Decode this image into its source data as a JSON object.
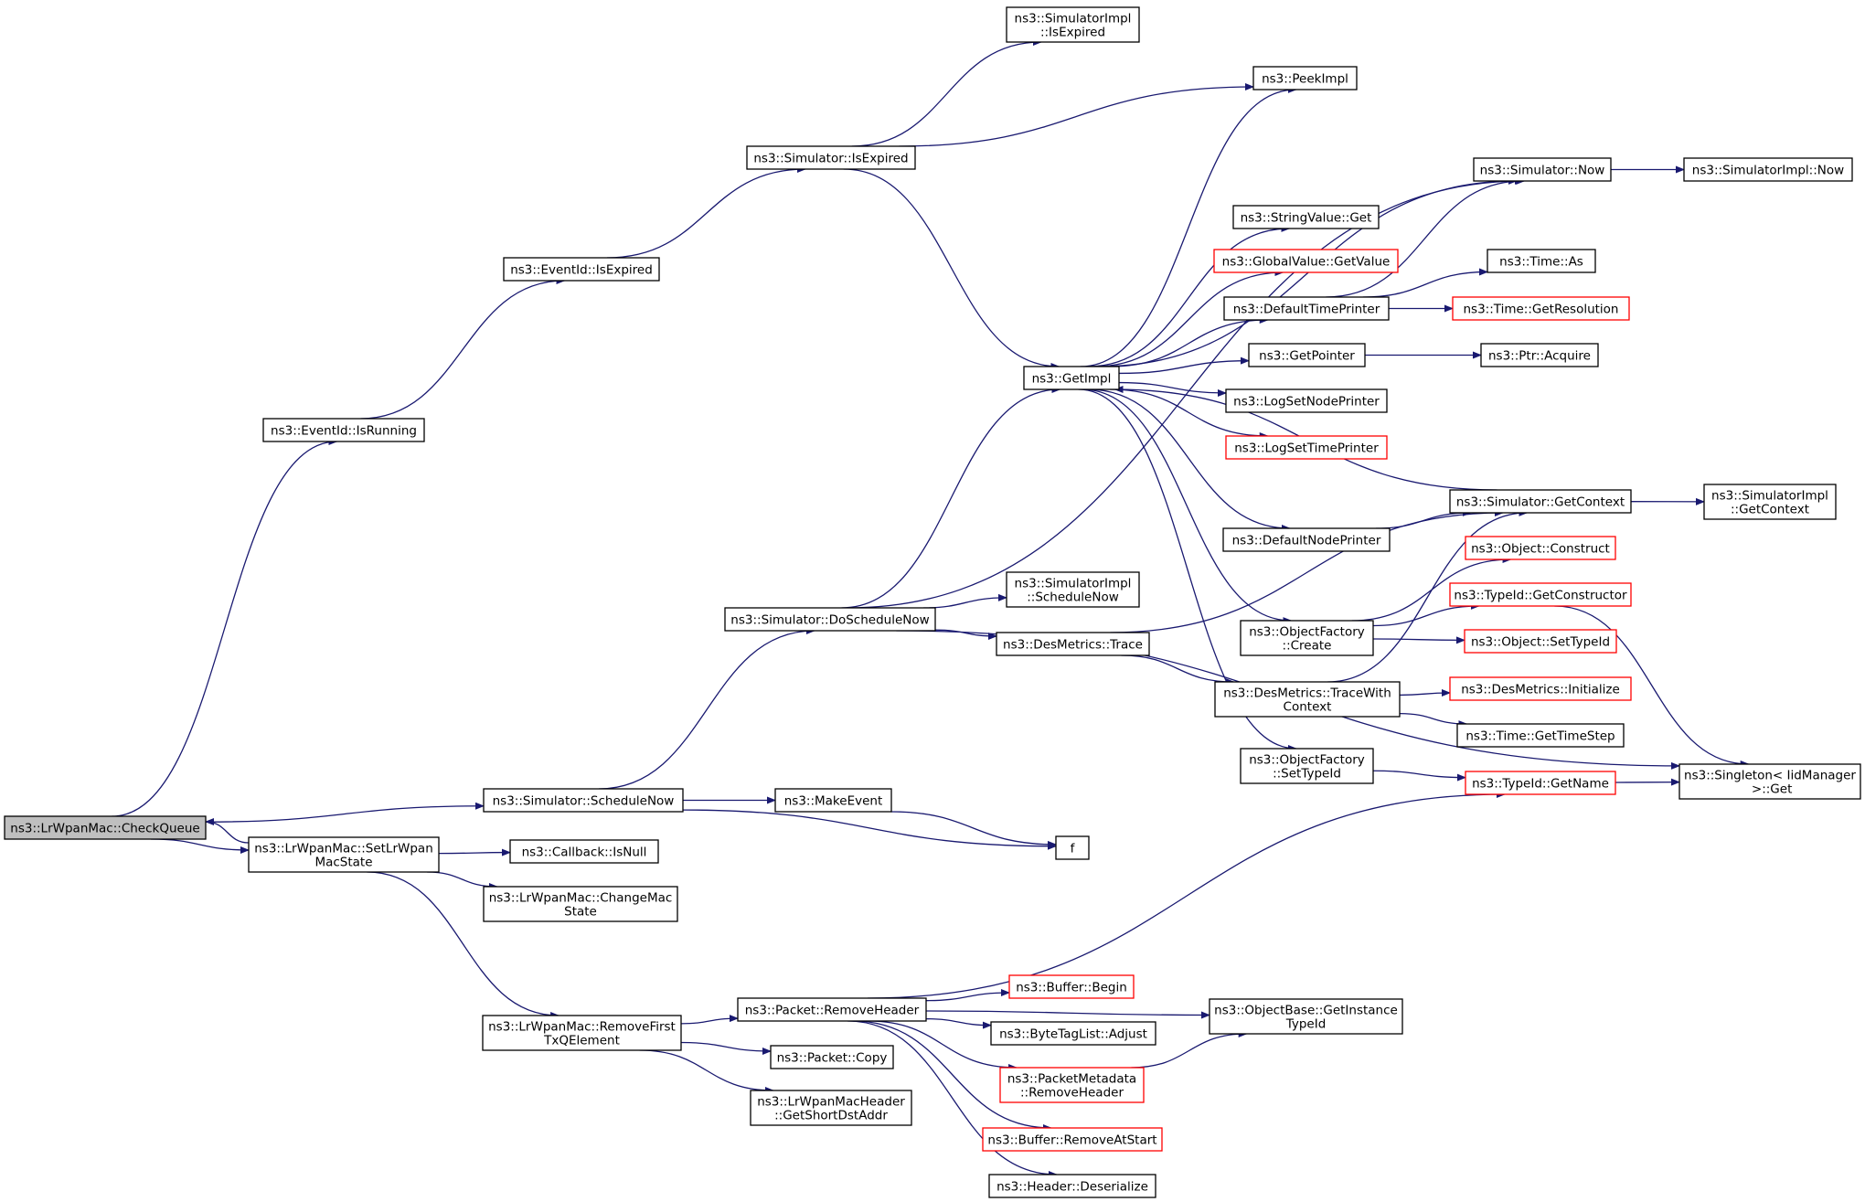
{
  "graph": {
    "edge_color": "#191970",
    "root_fill": "#bfbfbf",
    "incomplete_border_color": "#ff0000",
    "nodes": {
      "checkqueue": {
        "lines": [
          "ns3::LrWpanMac::CheckQueue"
        ],
        "style": "root"
      },
      "isrunning": {
        "lines": [
          "ns3::EventId::IsRunning"
        ]
      },
      "eventid_isexpired": {
        "lines": [
          "ns3::EventId::IsExpired"
        ]
      },
      "sim_isexpired": {
        "lines": [
          "ns3::Simulator::IsExpired"
        ]
      },
      "simimpl_isexpired": {
        "lines": [
          "ns3::SimulatorImpl",
          "::IsExpired"
        ]
      },
      "peekimpl": {
        "lines": [
          "ns3::PeekImpl"
        ]
      },
      "sim_now": {
        "lines": [
          "ns3::Simulator::Now"
        ]
      },
      "simimpl_now": {
        "lines": [
          "ns3::SimulatorImpl::Now"
        ]
      },
      "stringvalue_get": {
        "lines": [
          "ns3::StringValue::Get"
        ]
      },
      "globalvalue_getvalue": {
        "lines": [
          "ns3::GlobalValue::GetValue"
        ],
        "style": "red"
      },
      "time_as": {
        "lines": [
          "ns3::Time::As"
        ]
      },
      "defaulttimeprinter": {
        "lines": [
          "ns3::DefaultTimePrinter"
        ]
      },
      "time_getresolution": {
        "lines": [
          "ns3::Time::GetResolution"
        ],
        "style": "red"
      },
      "getimpl": {
        "lines": [
          "ns3::GetImpl"
        ]
      },
      "getpointer": {
        "lines": [
          "ns3::GetPointer"
        ]
      },
      "ptr_acquire": {
        "lines": [
          "ns3::Ptr::Acquire"
        ]
      },
      "logsetnodeprinter": {
        "lines": [
          "ns3::LogSetNodePrinter"
        ]
      },
      "logsettimeprinter": {
        "lines": [
          "ns3::LogSetTimePrinter"
        ],
        "style": "red"
      },
      "sim_getcontext": {
        "lines": [
          "ns3::Simulator::GetContext"
        ]
      },
      "simimpl_getcontext": {
        "lines": [
          "ns3::SimulatorImpl",
          "::GetContext"
        ]
      },
      "defaultnodeprinter": {
        "lines": [
          "ns3::DefaultNodePrinter"
        ]
      },
      "object_construct": {
        "lines": [
          "ns3::Object::Construct"
        ],
        "style": "red"
      },
      "typeid_getconstructor": {
        "lines": [
          "ns3::TypeId::GetConstructor"
        ],
        "style": "red"
      },
      "simimpl_schedulenow": {
        "lines": [
          "ns3::SimulatorImpl",
          "::ScheduleNow"
        ]
      },
      "sim_doschedulenow": {
        "lines": [
          "ns3::Simulator::DoScheduleNow"
        ]
      },
      "desmetrics_trace": {
        "lines": [
          "ns3::DesMetrics::Trace"
        ]
      },
      "objectfactory_create": {
        "lines": [
          "ns3::ObjectFactory",
          "::Create"
        ]
      },
      "object_settypeid": {
        "lines": [
          "ns3::Object::SetTypeId"
        ],
        "style": "red"
      },
      "desmetrics_tracewithcontext": {
        "lines": [
          "ns3::DesMetrics::TraceWith",
          "Context"
        ]
      },
      "desmetrics_initialize": {
        "lines": [
          "ns3::DesMetrics::Initialize"
        ],
        "style": "red"
      },
      "time_gettimestep": {
        "lines": [
          "ns3::Time::GetTimeStep"
        ]
      },
      "objectfactory_settypeid": {
        "lines": [
          "ns3::ObjectFactory",
          "::SetTypeId"
        ]
      },
      "typeid_getname": {
        "lines": [
          "ns3::TypeId::GetName"
        ],
        "style": "red"
      },
      "singleton_get": {
        "lines": [
          "ns3::Singleton< IidManager",
          " >::Get"
        ]
      },
      "sim_schedulenow": {
        "lines": [
          "ns3::Simulator::ScheduleNow"
        ]
      },
      "makeevent": {
        "lines": [
          "ns3::MakeEvent"
        ]
      },
      "f": {
        "lines": [
          "f"
        ]
      },
      "setlrwpanmacstate": {
        "lines": [
          "ns3::LrWpanMac::SetLrWpan",
          "MacState"
        ]
      },
      "callback_isnull": {
        "lines": [
          "ns3::Callback::IsNull"
        ]
      },
      "changemacstate": {
        "lines": [
          "ns3::LrWpanMac::ChangeMac",
          "State"
        ]
      },
      "removefirsttxq": {
        "lines": [
          "ns3::LrWpanMac::RemoveFirst",
          "TxQElement"
        ]
      },
      "packet_removeheader": {
        "lines": [
          "ns3::Packet::RemoveHeader"
        ]
      },
      "buffer_begin": {
        "lines": [
          "ns3::Buffer::Begin"
        ],
        "style": "red"
      },
      "objectbase_getinstancetypeid": {
        "lines": [
          "ns3::ObjectBase::GetInstance",
          "TypeId"
        ]
      },
      "bytetaglist_adjust": {
        "lines": [
          "ns3::ByteTagList::Adjust"
        ]
      },
      "packet_copy": {
        "lines": [
          "ns3::Packet::Copy"
        ]
      },
      "packetmetadata_removeheader": {
        "lines": [
          "ns3::PacketMetadata",
          "::RemoveHeader"
        ],
        "style": "red"
      },
      "lrwpanmacheader_getshortdstaddr": {
        "lines": [
          "ns3::LrWpanMacHeader",
          "::GetShortDstAddr"
        ]
      },
      "buffer_removeatstart": {
        "lines": [
          "ns3::Buffer::RemoveAtStart"
        ],
        "style": "red"
      },
      "header_deserialize": {
        "lines": [
          "ns3::Header::Deserialize"
        ]
      }
    },
    "edges": [
      [
        "checkqueue",
        "isrunning"
      ],
      [
        "isrunning",
        "eventid_isexpired"
      ],
      [
        "eventid_isexpired",
        "sim_isexpired"
      ],
      [
        "sim_isexpired",
        "simimpl_isexpired"
      ],
      [
        "sim_isexpired",
        "peekimpl"
      ],
      [
        "sim_isexpired",
        "getimpl"
      ],
      [
        "checkqueue",
        "sim_schedulenow"
      ],
      [
        "sim_schedulenow",
        "sim_doschedulenow"
      ],
      [
        "sim_schedulenow",
        "makeevent"
      ],
      [
        "sim_schedulenow",
        "f"
      ],
      [
        "makeevent",
        "f"
      ],
      [
        "sim_doschedulenow",
        "sim_now"
      ],
      [
        "sim_doschedulenow",
        "getimpl"
      ],
      [
        "sim_doschedulenow",
        "simimpl_schedulenow"
      ],
      [
        "sim_doschedulenow",
        "desmetrics_trace"
      ],
      [
        "sim_doschedulenow",
        "singleton_get"
      ],
      [
        "sim_now",
        "simimpl_now"
      ],
      [
        "getimpl",
        "peekimpl"
      ],
      [
        "getimpl",
        "sim_now"
      ],
      [
        "getimpl",
        "stringvalue_get"
      ],
      [
        "getimpl",
        "globalvalue_getvalue"
      ],
      [
        "getimpl",
        "defaulttimeprinter"
      ],
      [
        "getimpl",
        "getpointer"
      ],
      [
        "getimpl",
        "logsetnodeprinter"
      ],
      [
        "getimpl",
        "logsettimeprinter"
      ],
      [
        "getimpl",
        "defaultnodeprinter"
      ],
      [
        "getimpl",
        "objectfactory_create"
      ],
      [
        "getimpl",
        "objectfactory_settypeid"
      ],
      [
        "defaulttimeprinter",
        "sim_now"
      ],
      [
        "defaulttimeprinter",
        "time_as"
      ],
      [
        "defaulttimeprinter",
        "time_getresolution"
      ],
      [
        "getpointer",
        "ptr_acquire"
      ],
      [
        "sim_getcontext",
        "getimpl"
      ],
      [
        "sim_getcontext",
        "simimpl_getcontext"
      ],
      [
        "defaultnodeprinter",
        "sim_getcontext"
      ],
      [
        "desmetrics_trace",
        "sim_getcontext"
      ],
      [
        "desmetrics_trace",
        "desmetrics_tracewithcontext"
      ],
      [
        "desmetrics_tracewithcontext",
        "sim_getcontext"
      ],
      [
        "desmetrics_tracewithcontext",
        "desmetrics_initialize"
      ],
      [
        "desmetrics_tracewithcontext",
        "time_gettimestep"
      ],
      [
        "objectfactory_create",
        "object_construct"
      ],
      [
        "objectfactory_create",
        "typeid_getconstructor"
      ],
      [
        "objectfactory_create",
        "object_settypeid"
      ],
      [
        "typeid_getconstructor",
        "singleton_get"
      ],
      [
        "objectfactory_settypeid",
        "typeid_getname"
      ],
      [
        "typeid_getname",
        "singleton_get"
      ],
      [
        "checkqueue",
        "setlrwpanmacstate"
      ],
      [
        "setlrwpanmacstate",
        "checkqueue"
      ],
      [
        "setlrwpanmacstate",
        "callback_isnull"
      ],
      [
        "setlrwpanmacstate",
        "changemacstate"
      ],
      [
        "setlrwpanmacstate",
        "removefirsttxq"
      ],
      [
        "removefirsttxq",
        "packet_removeheader"
      ],
      [
        "removefirsttxq",
        "packet_copy"
      ],
      [
        "removefirsttxq",
        "lrwpanmacheader_getshortdstaddr"
      ],
      [
        "packet_removeheader",
        "typeid_getname"
      ],
      [
        "packet_removeheader",
        "objectbase_getinstancetypeid"
      ],
      [
        "packet_removeheader",
        "buffer_begin"
      ],
      [
        "packet_removeheader",
        "bytetaglist_adjust"
      ],
      [
        "packet_removeheader",
        "packetmetadata_removeheader"
      ],
      [
        "packet_removeheader",
        "buffer_removeatstart"
      ],
      [
        "packet_removeheader",
        "header_deserialize"
      ],
      [
        "packetmetadata_removeheader",
        "objectbase_getinstancetypeid"
      ]
    ]
  }
}
